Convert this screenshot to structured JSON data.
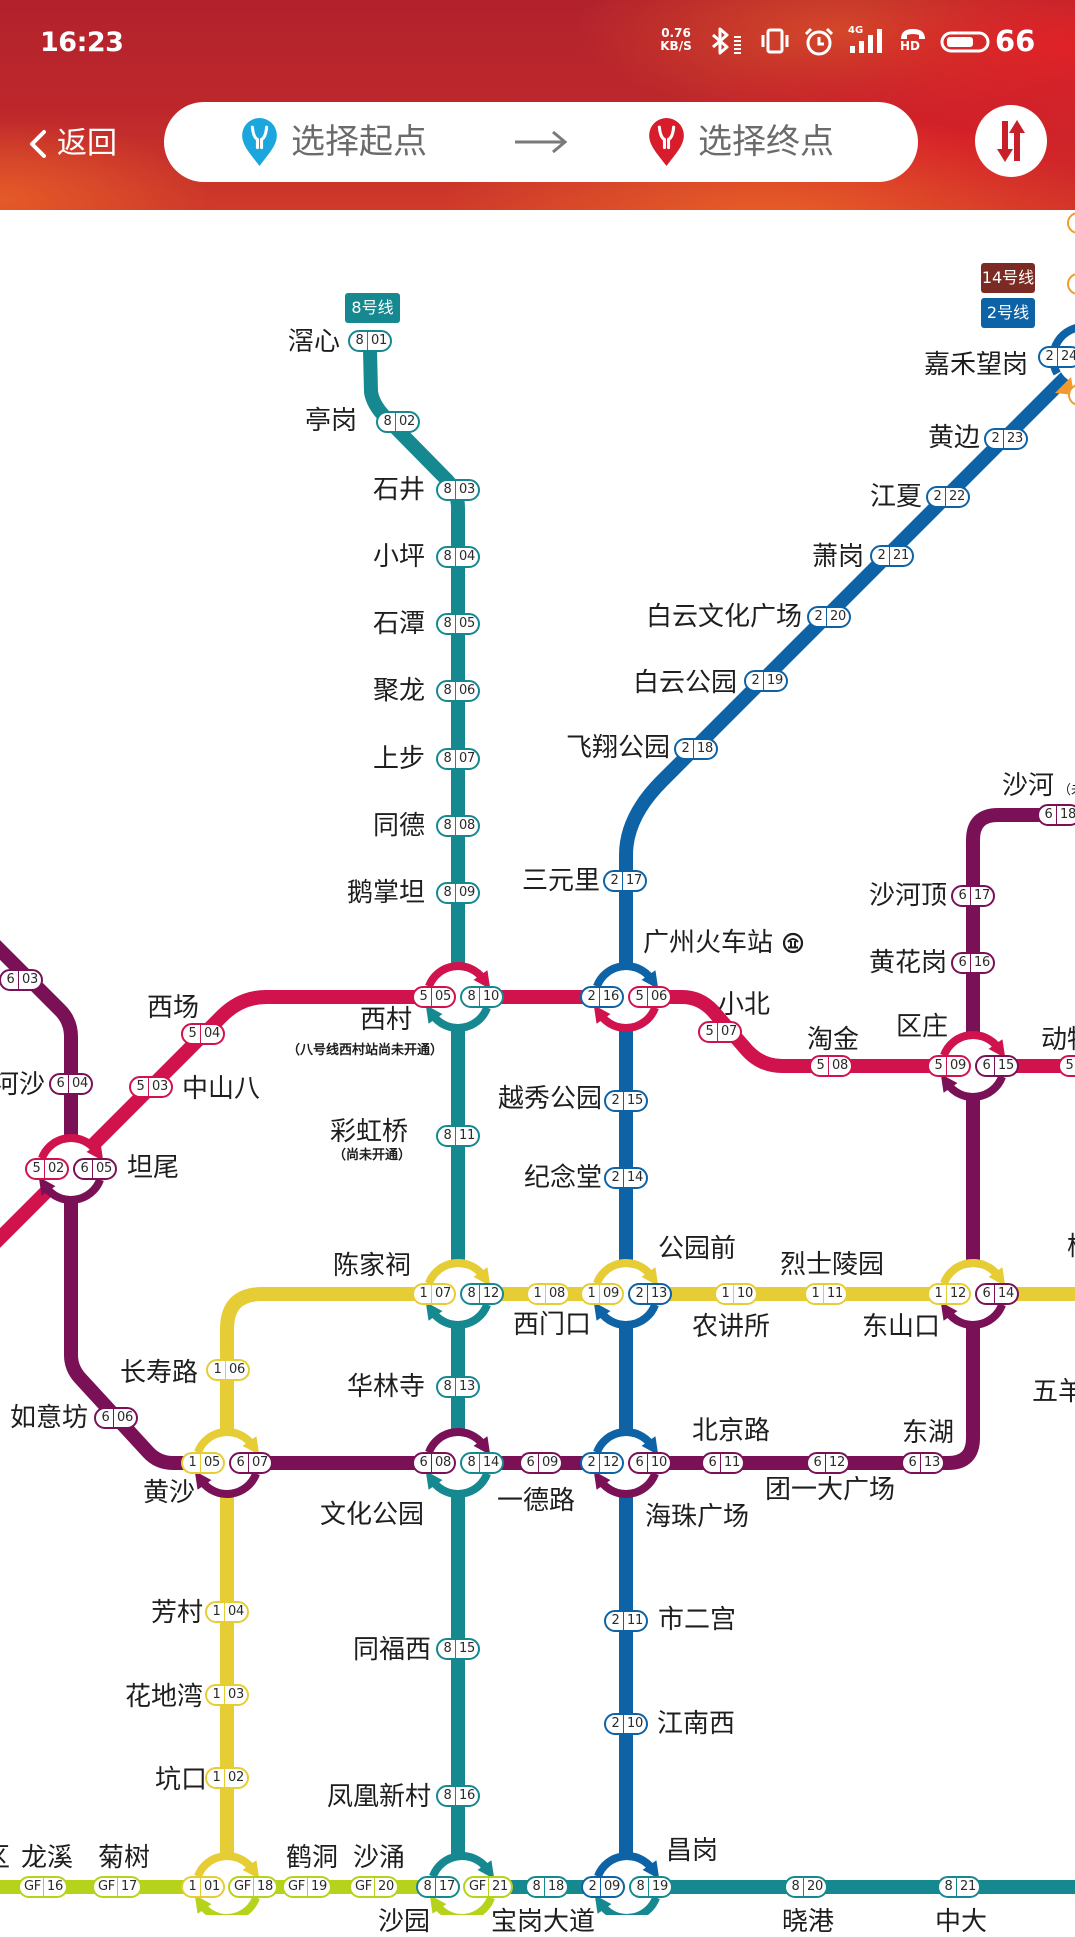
{
  "status_bar": {
    "time": "16:23",
    "net_speed_value": "0.76",
    "net_speed_unit": "KB/S",
    "signal_label": "4G",
    "hd_label": "HD",
    "battery_level": "66",
    "icons": [
      "bluetooth-icon",
      "vibrate-icon",
      "alarm-icon",
      "signal-icon",
      "hd-call-icon",
      "battery-icon"
    ]
  },
  "header": {
    "back_label": "返回",
    "start_placeholder": "选择起点",
    "end_placeholder": "选择终点",
    "icons": {
      "back": "chevron-left-icon",
      "start": "start-pin-icon",
      "arrow": "arrow-right-icon",
      "end": "end-pin-icon",
      "swap": "swap-icon"
    },
    "colors": {
      "start_pin": "#1ba6de",
      "end_pin": "#d71d2c",
      "header_bg": "#c1262c",
      "swap_icon": "#c8202a",
      "placeholder_text": "#6b6b6b"
    }
  },
  "map": {
    "line_tags": [
      {
        "label": "8号线",
        "color": "#168890"
      },
      {
        "label": "14号线",
        "color": "#7c2b24"
      },
      {
        "label": "2号线",
        "color": "#0e63a6"
      }
    ],
    "lines": [
      {
        "id": "1",
        "color": "#e7cd35"
      },
      {
        "id": "2",
        "color": "#0e63a6"
      },
      {
        "id": "3",
        "color": "#f29a2e"
      },
      {
        "id": "5",
        "color": "#d0124d"
      },
      {
        "id": "6",
        "color": "#7a1157"
      },
      {
        "id": "8",
        "color": "#168890"
      },
      {
        "id": "GF",
        "color": "#b6d21b"
      },
      {
        "id": "14",
        "color": "#7c2b24"
      }
    ],
    "icons": {
      "railway_station": "railway-station-icon"
    },
    "stations": [
      {
        "name": "滘心",
        "codes": [
          {
            "line": "8",
            "num": "01"
          }
        ]
      },
      {
        "name": "亭岗",
        "codes": [
          {
            "line": "8",
            "num": "02"
          }
        ]
      },
      {
        "name": "石井",
        "codes": [
          {
            "line": "8",
            "num": "03"
          }
        ]
      },
      {
        "name": "小坪",
        "codes": [
          {
            "line": "8",
            "num": "04"
          }
        ]
      },
      {
        "name": "石潭",
        "codes": [
          {
            "line": "8",
            "num": "05"
          }
        ]
      },
      {
        "name": "聚龙",
        "codes": [
          {
            "line": "8",
            "num": "06"
          }
        ]
      },
      {
        "name": "上步",
        "codes": [
          {
            "line": "8",
            "num": "07"
          }
        ]
      },
      {
        "name": "同德",
        "codes": [
          {
            "line": "8",
            "num": "08"
          }
        ]
      },
      {
        "name": "鹅掌坦",
        "codes": [
          {
            "line": "8",
            "num": "09"
          }
        ]
      },
      {
        "name": "西村",
        "note": "（八号线西村站尚未开通）",
        "codes": [
          {
            "line": "5",
            "num": "05"
          },
          {
            "line": "8",
            "num": "10"
          }
        ]
      },
      {
        "name": "彩虹桥",
        "note": "（尚未开通）",
        "codes": [
          {
            "line": "8",
            "num": "11"
          }
        ]
      },
      {
        "name": "陈家祠",
        "codes": [
          {
            "line": "1",
            "num": "07"
          },
          {
            "line": "8",
            "num": "12"
          }
        ]
      },
      {
        "name": "华林寺",
        "codes": [
          {
            "line": "8",
            "num": "13"
          }
        ]
      },
      {
        "name": "文化公园",
        "codes": [
          {
            "line": "6",
            "num": "08"
          },
          {
            "line": "8",
            "num": "14"
          }
        ]
      },
      {
        "name": "同福西",
        "codes": [
          {
            "line": "8",
            "num": "15"
          }
        ]
      },
      {
        "name": "凤凰新村",
        "codes": [
          {
            "line": "8",
            "num": "16"
          }
        ]
      },
      {
        "name": "沙园",
        "codes": [
          {
            "line": "8",
            "num": "17"
          },
          {
            "line": "GF",
            "num": "21"
          }
        ]
      },
      {
        "name": "宝岗大道",
        "codes": [
          {
            "line": "8",
            "num": "18"
          }
        ]
      },
      {
        "name": "昌岗",
        "codes": [
          {
            "line": "2",
            "num": "09"
          },
          {
            "line": "8",
            "num": "19"
          }
        ]
      },
      {
        "name": "晓港",
        "codes": [
          {
            "line": "8",
            "num": "20"
          }
        ]
      },
      {
        "name": "中大",
        "codes": [
          {
            "line": "8",
            "num": "21"
          }
        ]
      },
      {
        "name": "嘉禾望岗",
        "codes": [
          {
            "line": "2",
            "num": "24"
          }
        ]
      },
      {
        "name": "黄边",
        "codes": [
          {
            "line": "2",
            "num": "23"
          }
        ]
      },
      {
        "name": "江夏",
        "codes": [
          {
            "line": "2",
            "num": "22"
          }
        ]
      },
      {
        "name": "萧岗",
        "codes": [
          {
            "line": "2",
            "num": "21"
          }
        ]
      },
      {
        "name": "白云文化广场",
        "codes": [
          {
            "line": "2",
            "num": "20"
          }
        ]
      },
      {
        "name": "白云公园",
        "codes": [
          {
            "line": "2",
            "num": "19"
          }
        ]
      },
      {
        "name": "飞翔公园",
        "codes": [
          {
            "line": "2",
            "num": "18"
          }
        ]
      },
      {
        "name": "三元里",
        "codes": [
          {
            "line": "2",
            "num": "17"
          }
        ]
      },
      {
        "name": "广州火车站",
        "codes": [
          {
            "line": "2",
            "num": "16"
          },
          {
            "line": "5",
            "num": "06"
          }
        ]
      },
      {
        "name": "越秀公园",
        "codes": [
          {
            "line": "2",
            "num": "15"
          }
        ]
      },
      {
        "name": "纪念堂",
        "codes": [
          {
            "line": "2",
            "num": "14"
          }
        ]
      },
      {
        "name": "公园前",
        "codes": [
          {
            "line": "1",
            "num": "09"
          },
          {
            "line": "2",
            "num": "13"
          }
        ]
      },
      {
        "name": "海珠广场",
        "codes": [
          {
            "line": "2",
            "num": "12"
          },
          {
            "line": "6",
            "num": "10"
          }
        ]
      },
      {
        "name": "市二宫",
        "codes": [
          {
            "line": "2",
            "num": "11"
          }
        ]
      },
      {
        "name": "江南西",
        "codes": [
          {
            "line": "2",
            "num": "10"
          }
        ]
      },
      {
        "name": "坦尾",
        "codes": [
          {
            "line": "5",
            "num": "02"
          },
          {
            "line": "6",
            "num": "05"
          }
        ]
      },
      {
        "name": "中山八",
        "codes": [
          {
            "line": "5",
            "num": "03"
          }
        ]
      },
      {
        "name": "西场",
        "codes": [
          {
            "line": "5",
            "num": "04"
          }
        ]
      },
      {
        "name": "小北",
        "codes": [
          {
            "line": "5",
            "num": "07"
          }
        ]
      },
      {
        "name": "淘金",
        "codes": [
          {
            "line": "5",
            "num": "08"
          }
        ]
      },
      {
        "name": "区庄",
        "codes": [
          {
            "line": "5",
            "num": "09"
          },
          {
            "line": "6",
            "num": "15"
          }
        ]
      },
      {
        "name": "动物园",
        "codes": [
          {
            "line": "5",
            "num": ""
          }
        ]
      },
      {
        "name": "",
        "codes": [
          {
            "line": "6",
            "num": "03"
          }
        ]
      },
      {
        "name": "河沙",
        "codes": [
          {
            "line": "6",
            "num": "04"
          }
        ]
      },
      {
        "name": "如意坊",
        "codes": [
          {
            "line": "6",
            "num": "06"
          }
        ]
      },
      {
        "name": "黄沙",
        "codes": [
          {
            "line": "1",
            "num": "05"
          },
          {
            "line": "6",
            "num": "07"
          }
        ]
      },
      {
        "name": "一德路",
        "codes": [
          {
            "line": "6",
            "num": "09"
          }
        ]
      },
      {
        "name": "北京路",
        "codes": [
          {
            "line": "6",
            "num": "11"
          }
        ]
      },
      {
        "name": "团一大广场",
        "codes": [
          {
            "line": "6",
            "num": "12"
          }
        ]
      },
      {
        "name": "东湖",
        "codes": [
          {
            "line": "6",
            "num": "13"
          }
        ]
      },
      {
        "name": "东山口",
        "codes": [
          {
            "line": "1",
            "num": "12"
          },
          {
            "line": "6",
            "num": "14"
          }
        ]
      },
      {
        "name": "黄花岗",
        "codes": [
          {
            "line": "6",
            "num": "16"
          }
        ]
      },
      {
        "name": "沙河顶",
        "codes": [
          {
            "line": "6",
            "num": "17"
          }
        ]
      },
      {
        "name": "沙河",
        "note": "（未开通）",
        "codes": [
          {
            "line": "6",
            "num": "18"
          }
        ]
      },
      {
        "name": "长寿路",
        "codes": [
          {
            "line": "1",
            "num": "06"
          }
        ]
      },
      {
        "name": "芳村",
        "codes": [
          {
            "line": "1",
            "num": "04"
          }
        ]
      },
      {
        "name": "花地湾",
        "codes": [
          {
            "line": "1",
            "num": "03"
          }
        ]
      },
      {
        "name": "坑口",
        "codes": [
          {
            "line": "1",
            "num": "02"
          }
        ]
      },
      {
        "name": "",
        "codes": [
          {
            "line": "1",
            "num": "01"
          },
          {
            "line": "GF",
            "num": "18"
          }
        ]
      },
      {
        "name": "西门口",
        "codes": [
          {
            "line": "1",
            "num": "08"
          }
        ]
      },
      {
        "name": "农讲所",
        "codes": [
          {
            "line": "1",
            "num": "10"
          }
        ]
      },
      {
        "name": "烈士陵园",
        "codes": [
          {
            "line": "1",
            "num": "11"
          }
        ]
      },
      {
        "name": "杨箕",
        "codes": []
      },
      {
        "name": "五羊邨",
        "codes": []
      },
      {
        "name": "金融高新区",
        "codes": []
      },
      {
        "name": "龙溪",
        "codes": [
          {
            "line": "GF",
            "num": "16"
          }
        ]
      },
      {
        "name": "菊树",
        "codes": [
          {
            "line": "GF",
            "num": "17"
          }
        ]
      },
      {
        "name": "鹤洞",
        "codes": [
          {
            "line": "GF",
            "num": "19"
          }
        ]
      },
      {
        "name": "沙涌",
        "codes": [
          {
            "line": "GF",
            "num": "20"
          }
        ]
      }
    ]
  }
}
